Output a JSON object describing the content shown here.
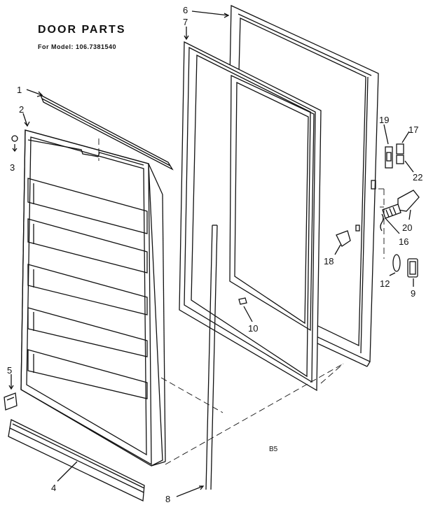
{
  "title": "DOOR PARTS",
  "subtitle": "For Model:  106.7381540",
  "figure_code": "B5",
  "callouts": [
    {
      "id": "1",
      "label": "1"
    },
    {
      "id": "2",
      "label": "2"
    },
    {
      "id": "3",
      "label": "3"
    },
    {
      "id": "4",
      "label": "4"
    },
    {
      "id": "5",
      "label": "5"
    },
    {
      "id": "6",
      "label": "6"
    },
    {
      "id": "7",
      "label": "7"
    },
    {
      "id": "8",
      "label": "8"
    },
    {
      "id": "9",
      "label": "9"
    },
    {
      "id": "10",
      "label": "10"
    },
    {
      "id": "12",
      "label": "12"
    },
    {
      "id": "16",
      "label": "16"
    },
    {
      "id": "17",
      "label": "17"
    },
    {
      "id": "18",
      "label": "18"
    },
    {
      "id": "19",
      "label": "19"
    },
    {
      "id": "20",
      "label": "20"
    },
    {
      "id": "22",
      "label": "22"
    }
  ]
}
